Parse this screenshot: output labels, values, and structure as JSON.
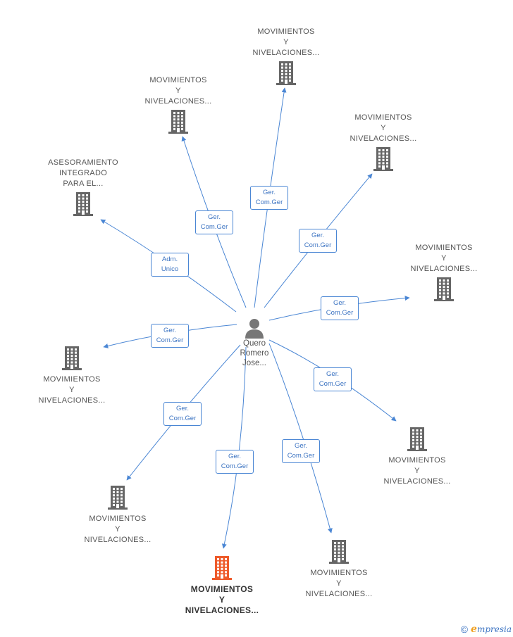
{
  "center": {
    "name_lines": [
      "Quero",
      "Romero",
      "Jose..."
    ],
    "icon": "person-icon"
  },
  "companies": [
    {
      "id": "c0",
      "lines": [
        "MOVIMIENTOS",
        "Y",
        "NIVELACIONES..."
      ],
      "label_pos": "above",
      "highlight": false
    },
    {
      "id": "c1",
      "lines": [
        "MOVIMIENTOS",
        "Y",
        "NIVELACIONES..."
      ],
      "label_pos": "above",
      "highlight": false
    },
    {
      "id": "c2",
      "lines": [
        "MOVIMIENTOS",
        "Y",
        "NIVELACIONES..."
      ],
      "label_pos": "above",
      "highlight": false
    },
    {
      "id": "c3",
      "lines": [
        "ASESORAMIENTO",
        "INTEGRADO",
        "PARA EL..."
      ],
      "label_pos": "above",
      "highlight": false
    },
    {
      "id": "c4",
      "lines": [
        "MOVIMIENTOS",
        "Y",
        "NIVELACIONES..."
      ],
      "label_pos": "above",
      "highlight": false
    },
    {
      "id": "c5",
      "lines": [
        "MOVIMIENTOS",
        "Y",
        "NIVELACIONES..."
      ],
      "label_pos": "below",
      "highlight": false
    },
    {
      "id": "c6",
      "lines": [
        "MOVIMIENTOS",
        "Y",
        "NIVELACIONES..."
      ],
      "label_pos": "below",
      "highlight": false
    },
    {
      "id": "c7",
      "lines": [
        "MOVIMIENTOS",
        "Y",
        "NIVELACIONES..."
      ],
      "label_pos": "below",
      "highlight": false
    },
    {
      "id": "c8",
      "lines": [
        "MOVIMIENTOS",
        "Y",
        "NIVELACIONES..."
      ],
      "label_pos": "below",
      "highlight": false
    },
    {
      "id": "c9",
      "lines": [
        "MOVIMIENTOS",
        "Y",
        "NIVELACIONES..."
      ],
      "label_pos": "below",
      "highlight": true
    }
  ],
  "edges": [
    {
      "to": "c0",
      "role_lines": [
        "Ger.",
        "Com.Ger"
      ]
    },
    {
      "to": "c1",
      "role_lines": [
        "Ger.",
        "Com.Ger"
      ]
    },
    {
      "to": "c2",
      "role_lines": [
        "Ger.",
        "Com.Ger"
      ]
    },
    {
      "to": "c3",
      "role_lines": [
        "Adm.",
        "Unico"
      ]
    },
    {
      "to": "c4",
      "role_lines": [
        "Ger.",
        "Com.Ger"
      ]
    },
    {
      "to": "c5",
      "role_lines": [
        "Ger.",
        "Com.Ger"
      ]
    },
    {
      "to": "c6",
      "role_lines": [
        "Ger.",
        "Com.Ger"
      ]
    },
    {
      "to": "c7",
      "role_lines": [
        "Ger.",
        "Com.Ger"
      ]
    },
    {
      "to": "c8",
      "role_lines": [
        "Ger.",
        "Com.Ger"
      ]
    },
    {
      "to": "c9",
      "role_lines": [
        "Ger.",
        "Com.Ger"
      ]
    }
  ],
  "colors": {
    "edge": "#4a86d4",
    "building": "#666666",
    "building_highlight": "#ee5a2a",
    "person": "#777777"
  },
  "footer": {
    "copyright_symbol": "©",
    "brand_initial": "e",
    "brand_rest": "mpresia"
  }
}
